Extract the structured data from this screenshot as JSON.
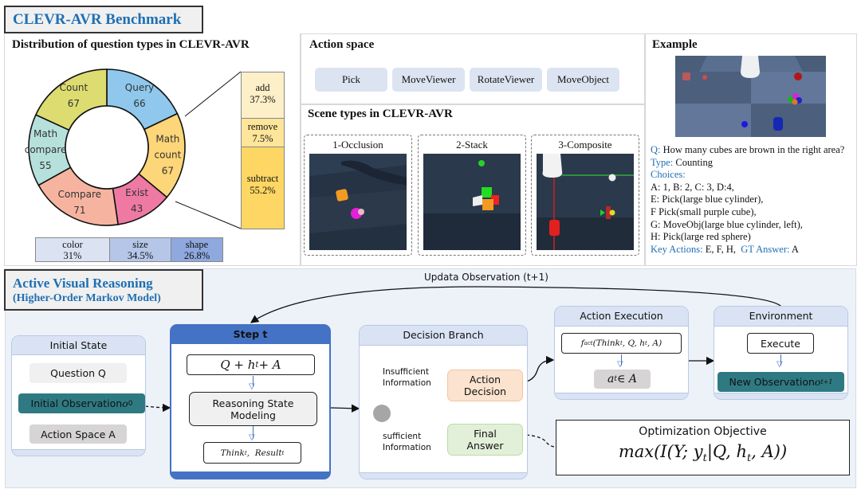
{
  "benchmark": {
    "title": "CLEVR-AVR Benchmark",
    "distribution": {
      "title": "Distribution of question types in CLEVR-AVR",
      "chart_data": {
        "type": "pie",
        "title": "Distribution of question types in CLEVR-AVR",
        "categories": [
          "Query",
          "Math count",
          "Exist",
          "Compare",
          "Math compare",
          "Count"
        ],
        "values": [
          66,
          67,
          43,
          71,
          55,
          67
        ],
        "colors": [
          "#8fc8ec",
          "#fcd678",
          "#ee7aa3",
          "#f6b4a0",
          "#b6e0dc",
          "#dddc71"
        ],
        "labels": [
          {
            "l1": "Query",
            "l2": "66"
          },
          {
            "l1": "Math",
            "l2": "count",
            "l3": "67"
          },
          {
            "l1": "Exist",
            "l2": "43"
          },
          {
            "l1": "Compare",
            "l2": "71"
          },
          {
            "l1": "Math",
            "l2": "compare",
            "l3": "55"
          },
          {
            "l1": "Count",
            "l2": "67"
          }
        ],
        "breakdown_math_count": [
          {
            "name": "add",
            "value": "37.3%",
            "color": "#fdefc8"
          },
          {
            "name": "remove",
            "value": "7.5%",
            "color": "#fde59a"
          },
          {
            "name": "subtract",
            "value": "55.2%",
            "color": "#fdd664"
          }
        ],
        "breakdown_query": [
          {
            "name": "color",
            "value": "31%",
            "color": "#dbe3f3"
          },
          {
            "name": "size",
            "value": "34.5%",
            "color": "#b5c6e8"
          },
          {
            "name": "shape",
            "value": "26.8%",
            "color": "#8fa8de"
          }
        ]
      }
    },
    "action_space": {
      "title": "Action space",
      "actions": [
        "Pick",
        "MoveViewer",
        "RotateViewer",
        "MoveObject"
      ]
    },
    "scene_types": {
      "title": "Scene types in CLEVR-AVR",
      "scenes": [
        "1-Occlusion",
        "2-Stack",
        "3-Composite"
      ]
    },
    "example": {
      "title": "Example",
      "q_label": "Q:",
      "question": " How many cubes are brown in the right area?",
      "type_label": "Type:",
      "type_value": " Counting",
      "choices_label": "Choices:",
      "choices": [
        "A: 1, B: 2, C: 3, D:4,",
        "E: Pick(large blue cylinder),",
        "F Pick(small purple cube),",
        "G: MoveObj(large blue cylinder, left),",
        "H: Pick(large red sphere)"
      ],
      "key_actions_label": "Key Actions:",
      "key_actions_value": " E, F, H,",
      "gt_label": "  GT Answer:",
      "gt_value": " A"
    }
  },
  "avr": {
    "title_line1": "Active Visual Reasoning",
    "title_line2": "(Higher-Order Markov Model)",
    "loop_label": "Updata Observation (t+1)",
    "initial_state": {
      "title": "Initial State",
      "question": "Question Q",
      "observation": "Initial Observation ",
      "observation_math": "o",
      "observation_sub": "0",
      "action_space": "Action Space A"
    },
    "step": {
      "title": "Step t",
      "input": "Q + h",
      "input_sub": "t",
      "input_tail": " + A",
      "modeling_line1": "Reasoning State",
      "modeling_line2": "Modeling",
      "output_think": "Think",
      "output_result": "Result",
      "sub_t": "t"
    },
    "decision": {
      "title": "Decision Branch",
      "insufficient_line1": "Insufficient",
      "insufficient_line2": "Information",
      "sufficient_line1": "sufficient",
      "sufficient_line2": "Information",
      "action_decision_line1": "Action",
      "action_decision_line2": "Decision",
      "final_answer_line1": "Final",
      "final_answer_line2": "Answer"
    },
    "action_execution": {
      "title": "Action Execution",
      "function": "f",
      "function_sub": "act",
      "function_args": "(Think",
      "function_args_tail": ", Q, h",
      "function_args_end": ", A)",
      "result": "a",
      "result_tail": " ∈ A"
    },
    "environment": {
      "title": "Environment",
      "execute": "Execute",
      "new_observation": "New Observation ",
      "new_observation_math": "o",
      "new_observation_sub": "t+1"
    },
    "objective": {
      "title": "Optimization Objective",
      "formula_head": "max(I(Y; y",
      "formula_sub": "t",
      "formula_mid": "|Q, h",
      "formula_tail": ", A))"
    }
  }
}
